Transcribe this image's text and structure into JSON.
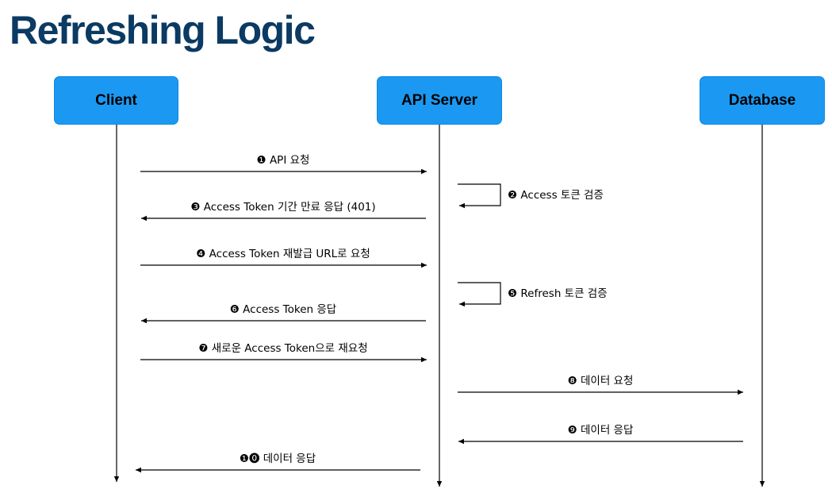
{
  "title": "Refreshing Logic",
  "accent_color": "#1b99f2",
  "title_color": "#0b3a63",
  "actors": {
    "client": "Client",
    "api_server": "API Server",
    "database": "Database"
  },
  "messages": [
    {
      "label": "❶ API 요청",
      "from": "client",
      "to": "api_server"
    },
    {
      "label": "❷ Access 토큰 검증",
      "from": "api_server",
      "to": "api_server"
    },
    {
      "label": "❸ Access Token 기간 만료 응답 (401)",
      "from": "api_server",
      "to": "client"
    },
    {
      "label": "❹ Access Token 재발급 URL로 요청",
      "from": "client",
      "to": "api_server"
    },
    {
      "label": "❺ Refresh 토큰 검증",
      "from": "api_server",
      "to": "api_server"
    },
    {
      "label": "❻ Access Token 응답",
      "from": "api_server",
      "to": "client"
    },
    {
      "label": "❼ 새로운 Access Token으로 재요청",
      "from": "client",
      "to": "api_server"
    },
    {
      "label": "❽ 데이터 요청",
      "from": "api_server",
      "to": "database"
    },
    {
      "label": "❾ 데이터 응답",
      "from": "database",
      "to": "api_server"
    },
    {
      "label": "❶⓿ 데이터 응답",
      "from": "api_server",
      "to": "client"
    }
  ]
}
